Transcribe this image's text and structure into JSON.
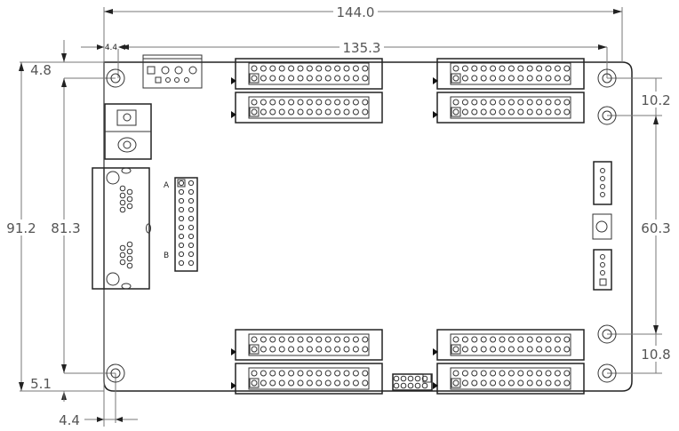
{
  "dimensions": {
    "overall_width": "144.0",
    "hole_spacing_width": "135.3",
    "left_offset_top": "4.4",
    "left_offset_bottom": "4.4",
    "top_offset": "4.8",
    "overall_height": "91.2",
    "hole_spacing_height": "81.3",
    "bottom_offset": "5.1",
    "right_top_gap": "10.2",
    "right_mid_span": "60.3",
    "right_bottom_gap": "10.8"
  },
  "header_labels": {
    "a": "A",
    "b": "B"
  },
  "idc_pins_per_row": 13,
  "colors": {
    "line": "#222222",
    "dimension": "#777777"
  }
}
